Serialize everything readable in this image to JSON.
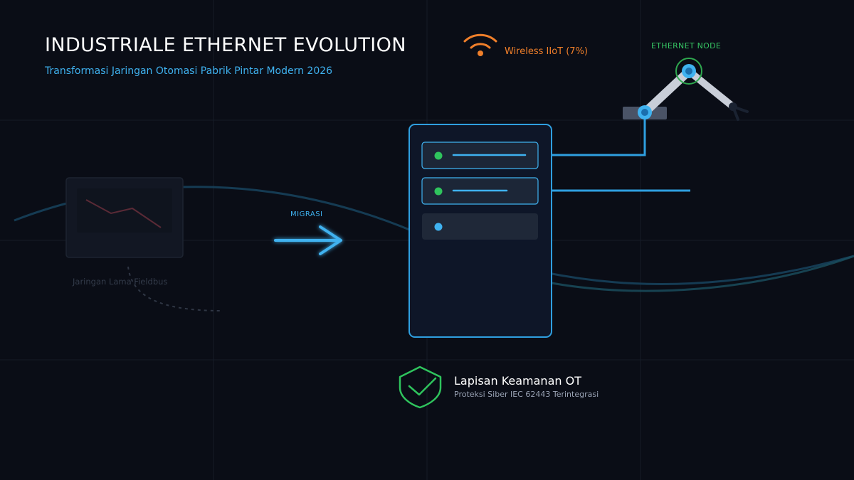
{
  "header": {
    "title": "INDUSTRIALE ETHERNET EVOLUTION",
    "subtitle": "Transformasi Jaringan Otomasi Pabrik Pintar Modern 2026"
  },
  "wireless": {
    "label": "Wireless IIoT (7%)",
    "icon": "wifi-icon",
    "color": "#f07f2a"
  },
  "ethernet_node": {
    "label": "ETHERNET NODE",
    "icon": "robot-arm-icon",
    "color": "#36c463"
  },
  "migration": {
    "label": "MIGRASI",
    "icon": "arrow-right-icon"
  },
  "legacy": {
    "label": "Jaringan Lama Fieldbus",
    "icon": "trend-down-icon"
  },
  "switch": {
    "icon": "network-switch-icon",
    "ports": [
      {
        "status_color": "#2fc45d",
        "active": true
      },
      {
        "status_color": "#2fc45d",
        "active": true
      },
      {
        "status_color": "#3fb2f0",
        "active": false
      }
    ]
  },
  "security": {
    "title": "Lapisan Keamanan OT",
    "subtitle": "Proteksi Siber IEC 62443 Terintegrasi",
    "icon": "shield-check-icon",
    "color": "#2fc45d"
  },
  "colors": {
    "background": "#0a0d16",
    "accent": "#3fb2f0"
  }
}
